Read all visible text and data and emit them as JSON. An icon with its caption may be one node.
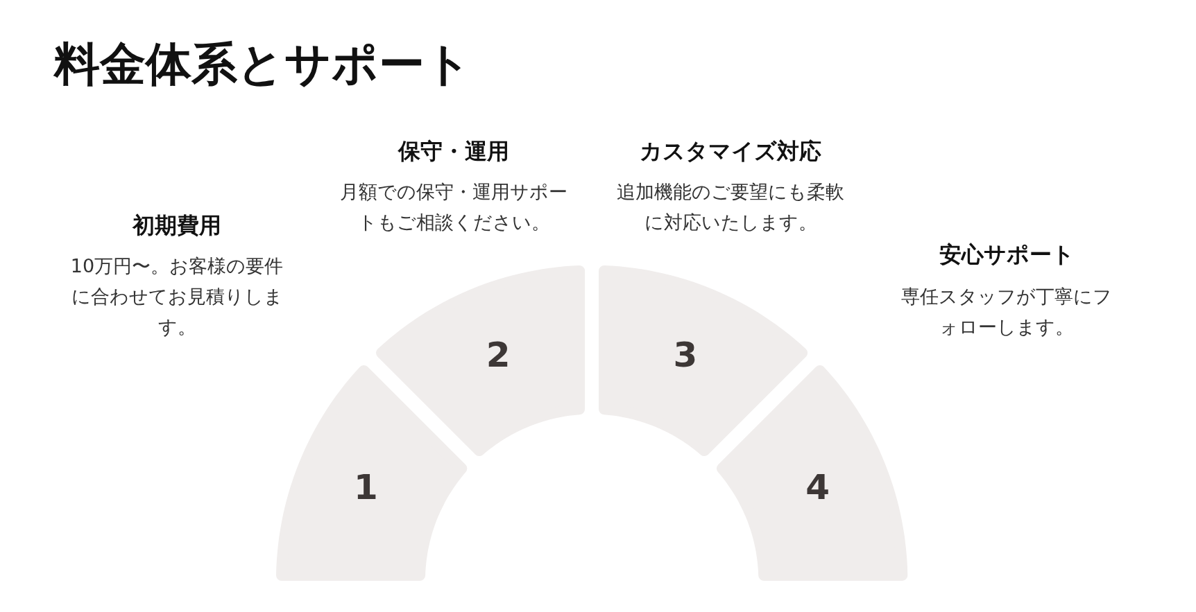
{
  "diagram": {
    "title": "料金体系とサポート",
    "nodes": [
      {
        "text": [
          "1"
        ],
        "beside": [
          "初期費用",
          "10万円〜。お客様の要件に合わせてお見積りします。"
        ]
      },
      {
        "text": [
          "2"
        ],
        "beside": [
          "保守・運用",
          "月額での保守・運用サポートもご相談ください。"
        ]
      },
      {
        "text": [
          "3"
        ],
        "beside": [
          "カスタマイズ対応",
          "追加機能のご要望にも柔軟に対応いたします。"
        ]
      },
      {
        "text": [
          "4"
        ],
        "beside": [
          "安心サポート",
          "専任スタッフが丁寧にフォローします。"
        ]
      }
    ]
  }
}
